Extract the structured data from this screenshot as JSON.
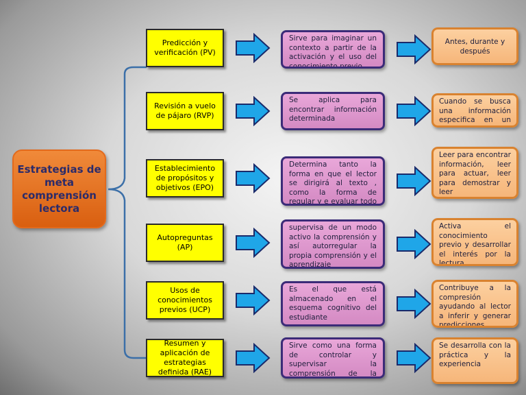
{
  "title": "Estrategias de meta comprensión lectora",
  "rows": [
    {
      "strategy": "Predicción y verificación (PV)",
      "description": "Sirve para imaginar un contexto a partir de la activación y el uso del conocimiento previo",
      "when": "Antes, durante y después"
    },
    {
      "strategy": "Revisión a vuelo de pájaro (RVP)",
      "description": "Se aplica para encontrar información determinada",
      "when": "Cuando se busca una información especifica en un texto"
    },
    {
      "strategy": "Establecimiento de propósitos y objetivos (EPO)",
      "description": "Determina tanto la forma en que el lector se dirigirá al texto , como la forma de regular y e evaluar todo el proceso",
      "when": "Leer para encontrar información, leer para actuar, leer para demostrar y leer comprendiendo para aprender"
    },
    {
      "strategy": "Autopreguntas (AP)",
      "description": "supervisa de un modo activo la comprensión y así autorregular la propia comprensión y el aprendizaje",
      "when": "Activa el conocimiento previo y desarrollar el interés por la lectura"
    },
    {
      "strategy": "Usos de conocimientos previos (UCP)",
      "description": "Es el que está almacenado en el esquema cognitivo del estudiante",
      "when": "Contribuye a la compresión ayudando al lector a inferir y generar predicciones"
    },
    {
      "strategy": "Resumen y aplicación de estrategias definida (RAE)",
      "description": "Sirve como una forma de controlar y supervisar la comprensión de la lectura",
      "when": "Se desarrolla con la práctica y la experiencia"
    }
  ]
}
